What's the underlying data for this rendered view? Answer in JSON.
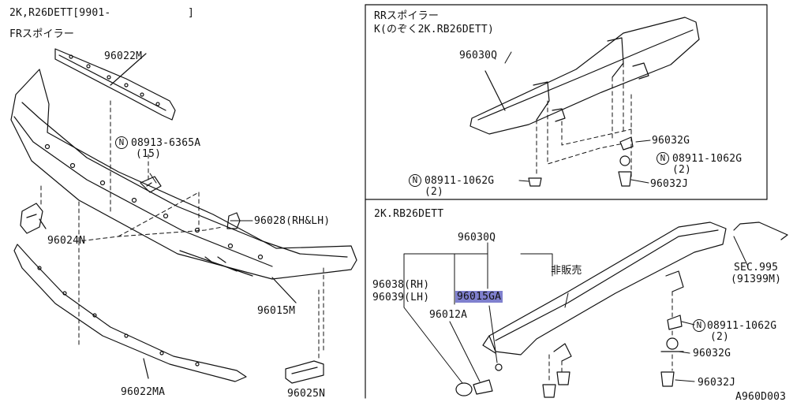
{
  "front_panel": {
    "model_line": "2K,R26DETT[9901-",
    "model_bracket": "]",
    "section_title": "FRスポイラー",
    "parts": {
      "p96022m": "96022M",
      "p08913": "08913-6365A",
      "p08913_qty": "(15)",
      "p96028": "96028(RH&LH)",
      "p96024n": "96024N",
      "p96015m": "96015M",
      "p96022ma": "96022MA",
      "p96025n": "96025N"
    }
  },
  "rear_top_panel": {
    "title_line1": "RRスポイラー",
    "title_line2": "K(のぞく2K.RB26DETT)",
    "parts": {
      "p96030q": "96030Q",
      "p96032g": "96032G",
      "p08911_right": "08911-1062G",
      "p08911_right_qty": "(2)",
      "p08911_left": "08911-1062G",
      "p08911_left_qty": "(2)",
      "p96032j": "96032J"
    }
  },
  "rear_bottom_panel": {
    "title": "2K.RB26DETT",
    "parts": {
      "p96030q": "96030Q",
      "not_for_sale": "非販売",
      "p96038": "96038(RH)",
      "p96039": "96039(LH)",
      "p96015ga": "96015GA",
      "p96012a": "96012A",
      "sec995": "SEC.995",
      "sec995_ref": "(91399M)",
      "p08911": "08911-1062G",
      "p08911_qty": "(2)",
      "p96032g": "96032G",
      "p96032j": "96032J"
    }
  },
  "circled_letter": "N",
  "diagram_code": "A960D003",
  "colors": {
    "highlight": "#7f80ce",
    "ink": "#111111"
  }
}
